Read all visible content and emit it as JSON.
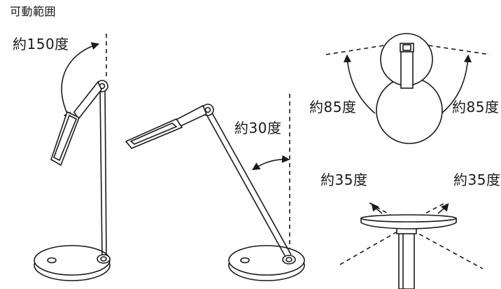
{
  "title": "可動範囲",
  "labels": {
    "arm_head_tilt": "約150度",
    "arm_pole_tilt": "約30度",
    "head_rotate_left": "約85度",
    "head_rotate_right": "約85度",
    "head_swivel_left": "約35度",
    "head_swivel_right": "約35度"
  },
  "colors": {
    "line": "#1a1a1a",
    "fill": "#ffffff"
  }
}
